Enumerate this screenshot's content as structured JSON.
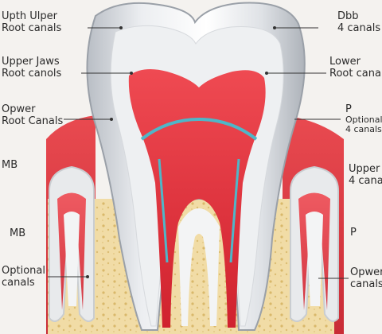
{
  "labels": {
    "left": [
      {
        "id": "l1",
        "lines": [
          "Upth Ulper",
          "Root canals"
        ]
      },
      {
        "id": "l2",
        "lines": [
          "Upper Jaws",
          "Root canols"
        ]
      },
      {
        "id": "l3",
        "lines": [
          "Opwer",
          "Root Canals"
        ]
      },
      {
        "id": "l4",
        "lines": [
          "MB"
        ]
      },
      {
        "id": "l5",
        "lines": [
          "MB"
        ]
      },
      {
        "id": "l6",
        "lines": [
          "Optional",
          "canals"
        ]
      }
    ],
    "right": [
      {
        "id": "r1",
        "lines": [
          "Dbb",
          "4 canals"
        ]
      },
      {
        "id": "r2",
        "lines": [
          "Lower",
          "Root canals"
        ]
      },
      {
        "id": "r3",
        "lines": [
          "P",
          "Optional",
          "4 canals"
        ]
      },
      {
        "id": "r4",
        "lines": [
          "Upper",
          "4 canals"
        ]
      },
      {
        "id": "r5",
        "lines": [
          "P"
        ]
      },
      {
        "id": "r6",
        "lines": [
          "Opwer",
          "canals"
        ]
      }
    ]
  },
  "colors": {
    "background": "#f4f2ef",
    "enamel": "#cfd3d8",
    "dentin": "#eef0f2",
    "pulp": "#e2343f",
    "gum": "#d83a42",
    "bone": "#efd9a0",
    "nerve_blue": "#4fb6c8",
    "leader": "#333333"
  }
}
